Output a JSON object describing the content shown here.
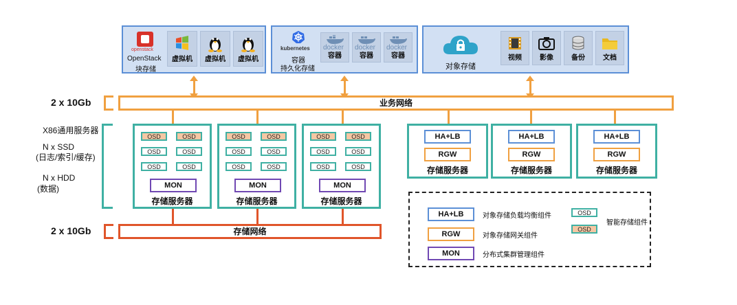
{
  "top": {
    "openstack": {
      "logo_text": "openstack",
      "caption_line1": "OpenStack",
      "caption_line2": "块存储",
      "vm_label": "虚拟机"
    },
    "kubernetes": {
      "logo_text": "kubernetes",
      "caption_line1": "容器",
      "caption_line2": "持久化存储",
      "docker_text": "docker",
      "container_label": "容器"
    },
    "object": {
      "caption": "对象存储",
      "tiles": [
        "视频",
        "影像",
        "备份",
        "文档"
      ]
    }
  },
  "left_labels": {
    "top_bandwidth": "2 x 10Gb",
    "bottom_bandwidth": "2 x 10Gb",
    "server_type": "X86通用服务器",
    "ssd_line1": "N x SSD",
    "ssd_line2": "(日志/索引/缓存)",
    "hdd_line1": "N x HDD",
    "hdd_line2": "(数据)"
  },
  "networks": {
    "business": "业务网络",
    "storage": "存储网络"
  },
  "osd_label": "OSD",
  "mon_label": "MON",
  "ha_label": "HA+LB",
  "rgw_label": "RGW",
  "server_label": "存储服务器",
  "legend": {
    "ha_label": "HA+LB",
    "ha_desc": "对象存储负载均衡组件",
    "rgw_label": "RGW",
    "rgw_desc": "对象存储网关组件",
    "mon_label": "MON",
    "mon_desc": "分布式集群管理组件",
    "osd_label": "OSD",
    "osd_desc": "智能存储组件"
  },
  "colors": {
    "business_network": "#f0a040",
    "storage_network": "#e0552a",
    "server_border": "#3fb0a3",
    "client_border": "#5b8fd6",
    "mon_border": "#7048b3",
    "osd_fill": "#f5c7a3"
  },
  "icons": [
    "openstack-logo-icon",
    "windows-icon",
    "linux-tux-icon",
    "kubernetes-icon",
    "docker-whale-icon",
    "cloud-lock-icon",
    "video-film-icon",
    "camera-icon",
    "database-icon",
    "folder-icon"
  ]
}
